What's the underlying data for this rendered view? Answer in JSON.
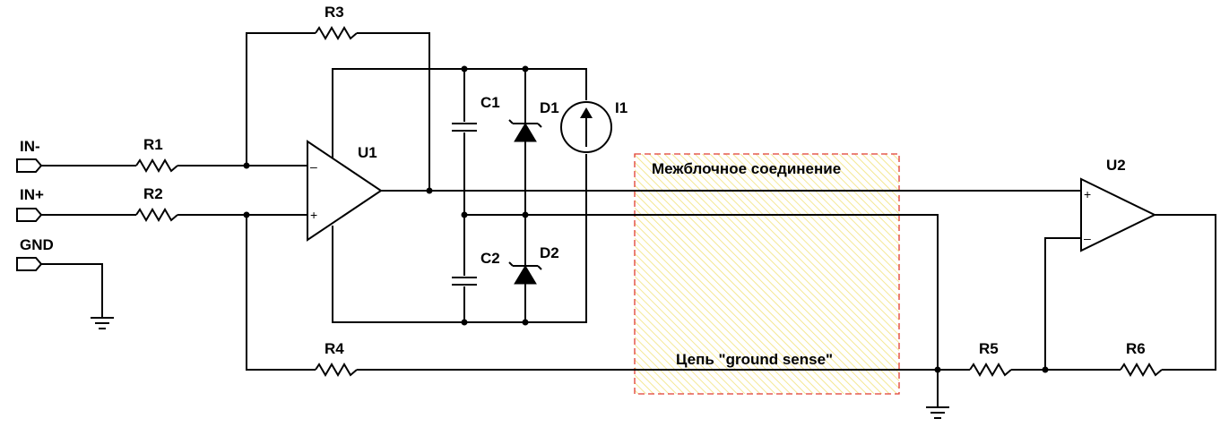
{
  "ports": {
    "in_minus": "IN-",
    "in_plus": "IN+",
    "gnd": "GND"
  },
  "components": {
    "r1": "R1",
    "r2": "R2",
    "r3": "R3",
    "r4": "R4",
    "r5": "R5",
    "r6": "R6",
    "c1": "C1",
    "c2": "C2",
    "d1": "D1",
    "d2": "D2",
    "i1": "I1",
    "u1": "U1",
    "u2": "U2"
  },
  "opamp_signs": {
    "u1_inverting": "–",
    "u1_noninverting": "+",
    "u2_noninverting": "+",
    "u2_inverting": "–"
  },
  "interconnect_box": {
    "title": "Межблочное соединение",
    "ground_sense_label": "Цепь \"ground sense\"",
    "border_color": "#e03c31",
    "hatch_color": "#f2e27a"
  }
}
